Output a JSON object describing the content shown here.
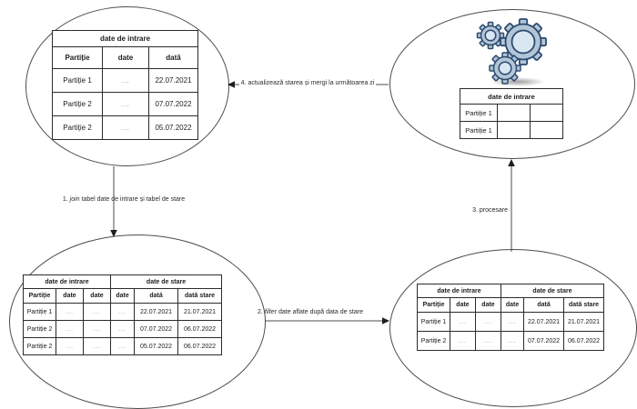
{
  "diagram": {
    "tables": {
      "input_top": {
        "group": "date de intrare",
        "columns": [
          "Partiție",
          "date",
          "dată"
        ],
        "rows": [
          [
            "Partiție 1",
            "...",
            "22.07.2021"
          ],
          [
            "Partiție 2",
            "...",
            "07.07.2022"
          ],
          [
            "Partiție 2",
            "...",
            "05.07.2022"
          ]
        ]
      },
      "state_new": {
        "group": "date de intrare",
        "rows": [
          [
            "Partiție 1",
            "",
            ""
          ],
          [
            "Partiție 1",
            "",
            ""
          ]
        ]
      },
      "joined": {
        "groups": [
          "date de intrare",
          "date de stare"
        ],
        "columns": [
          "Partiție",
          "date",
          "date",
          "date",
          "dată",
          "dată stare"
        ],
        "rows": [
          [
            "Partiție 1",
            "...",
            "...",
            "...",
            "22.07.2021",
            "21.07.2021"
          ],
          [
            "Partiție 2",
            "...",
            "...",
            "...",
            "07.07.2022",
            "06.07.2022"
          ],
          [
            "Partiție 2",
            "...",
            "...",
            "...",
            "05.07.2022",
            "06.07.2022"
          ]
        ]
      },
      "filtered": {
        "groups": [
          "date de intrare",
          "date de stare"
        ],
        "columns": [
          "Partiție",
          "date",
          "date",
          "date",
          "dată",
          "dată stare"
        ],
        "rows": [
          [
            "Partiție 1",
            "...",
            "...",
            "...",
            "22.07.2021",
            "21.07.2021"
          ],
          [
            "Partiție 2",
            "...",
            "...",
            "...",
            "07.07.2022",
            "06.07.2022"
          ]
        ]
      }
    },
    "arrows": {
      "join": {
        "prefix": "1. ",
        "verb": "join",
        "rest": " tabel date de intrare și tabel de stare"
      },
      "filter": {
        "prefix": "2.  ",
        "verb": "filter",
        "rest": " date aflate după data de stare"
      },
      "process": {
        "text": "3. procesare"
      },
      "update": {
        "text": "4. actualizează starea și mergi la următoarea zi"
      }
    },
    "icons": {
      "processing": "gears-icon"
    },
    "colors": {
      "line": "#4d4d4d",
      "gear_outline": "#2c4a6e",
      "gear_body": "#b3c6d8",
      "gear_center": "#d9e7f3"
    }
  }
}
